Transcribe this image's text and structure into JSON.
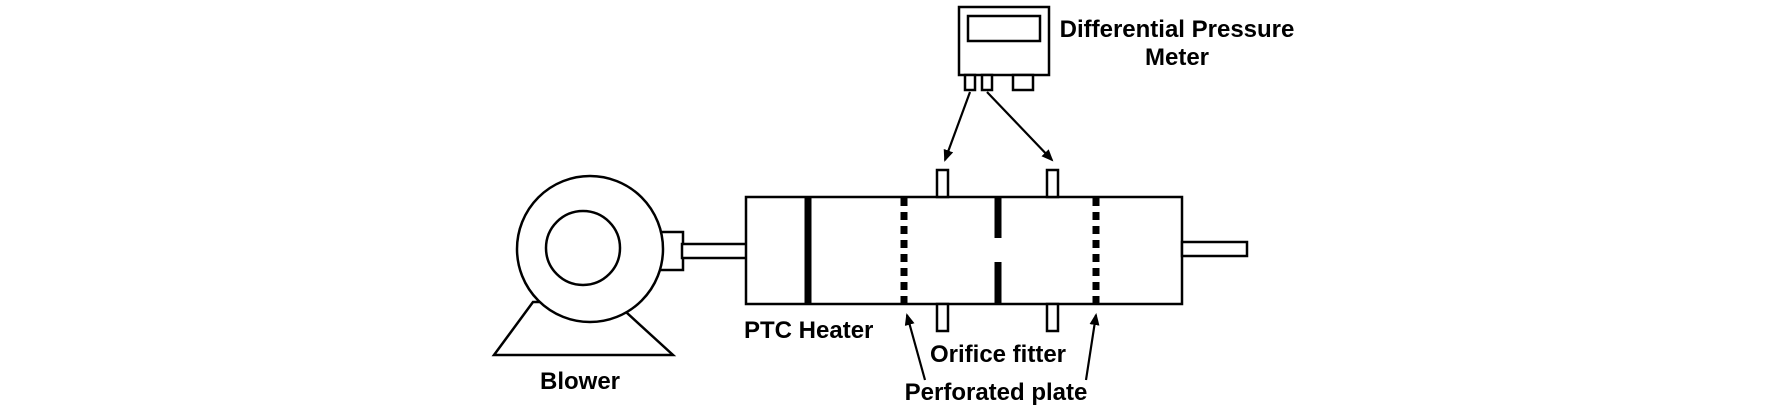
{
  "labels": {
    "meter_line1": "Differential Pressure",
    "meter_line2": "Meter",
    "heater": "PTC Heater",
    "orifice": "Orifice fitter",
    "perforated": "Perforated plate",
    "blower": "Blower"
  },
  "colors": {
    "stroke": "#000000",
    "background": "#ffffff"
  }
}
